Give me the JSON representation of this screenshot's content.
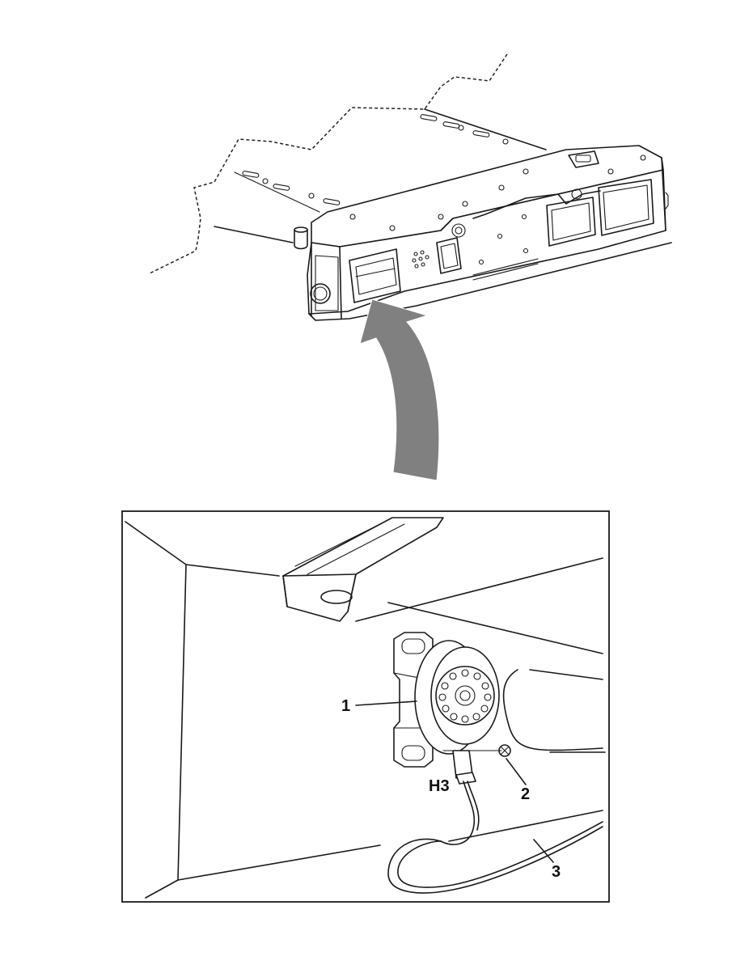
{
  "callouts": {
    "item1": "1",
    "item2": "2",
    "item3": "3",
    "connector": "H3"
  },
  "colors": {
    "line": "#1a1a1a",
    "arrow_fill": "#808080",
    "background": "#ffffff"
  }
}
